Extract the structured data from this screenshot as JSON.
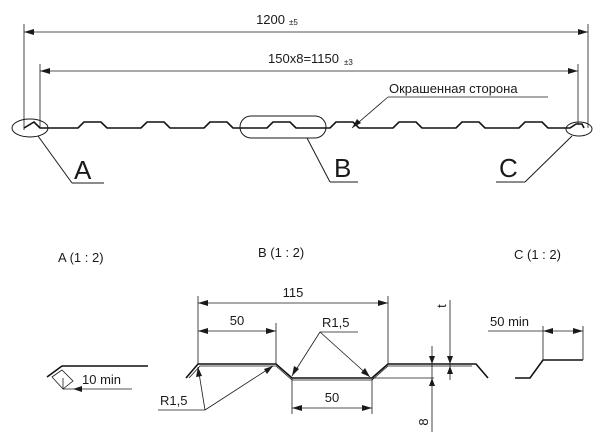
{
  "overall": {
    "width_value": "1200",
    "width_tol": "±5",
    "pitch_value": "150x8=1150",
    "pitch_tol": "±3",
    "painted_side_label": "Окрашенная сторона"
  },
  "callouts": {
    "a_letter": "A",
    "b_letter": "B",
    "c_letter": "C"
  },
  "view_a": {
    "title": "A  (1 : 2)",
    "dim_min": "10 min"
  },
  "view_b": {
    "title": "B  (1 : 2)",
    "dim_total": "115",
    "dim_top": "50",
    "dim_bottom": "50",
    "radius_top": "R1,5",
    "radius_bottom": "R1,5",
    "dim_height": "8",
    "dim_thickness": "t"
  },
  "view_c": {
    "title": "C  (1 : 2)",
    "dim_min": "50 min"
  }
}
